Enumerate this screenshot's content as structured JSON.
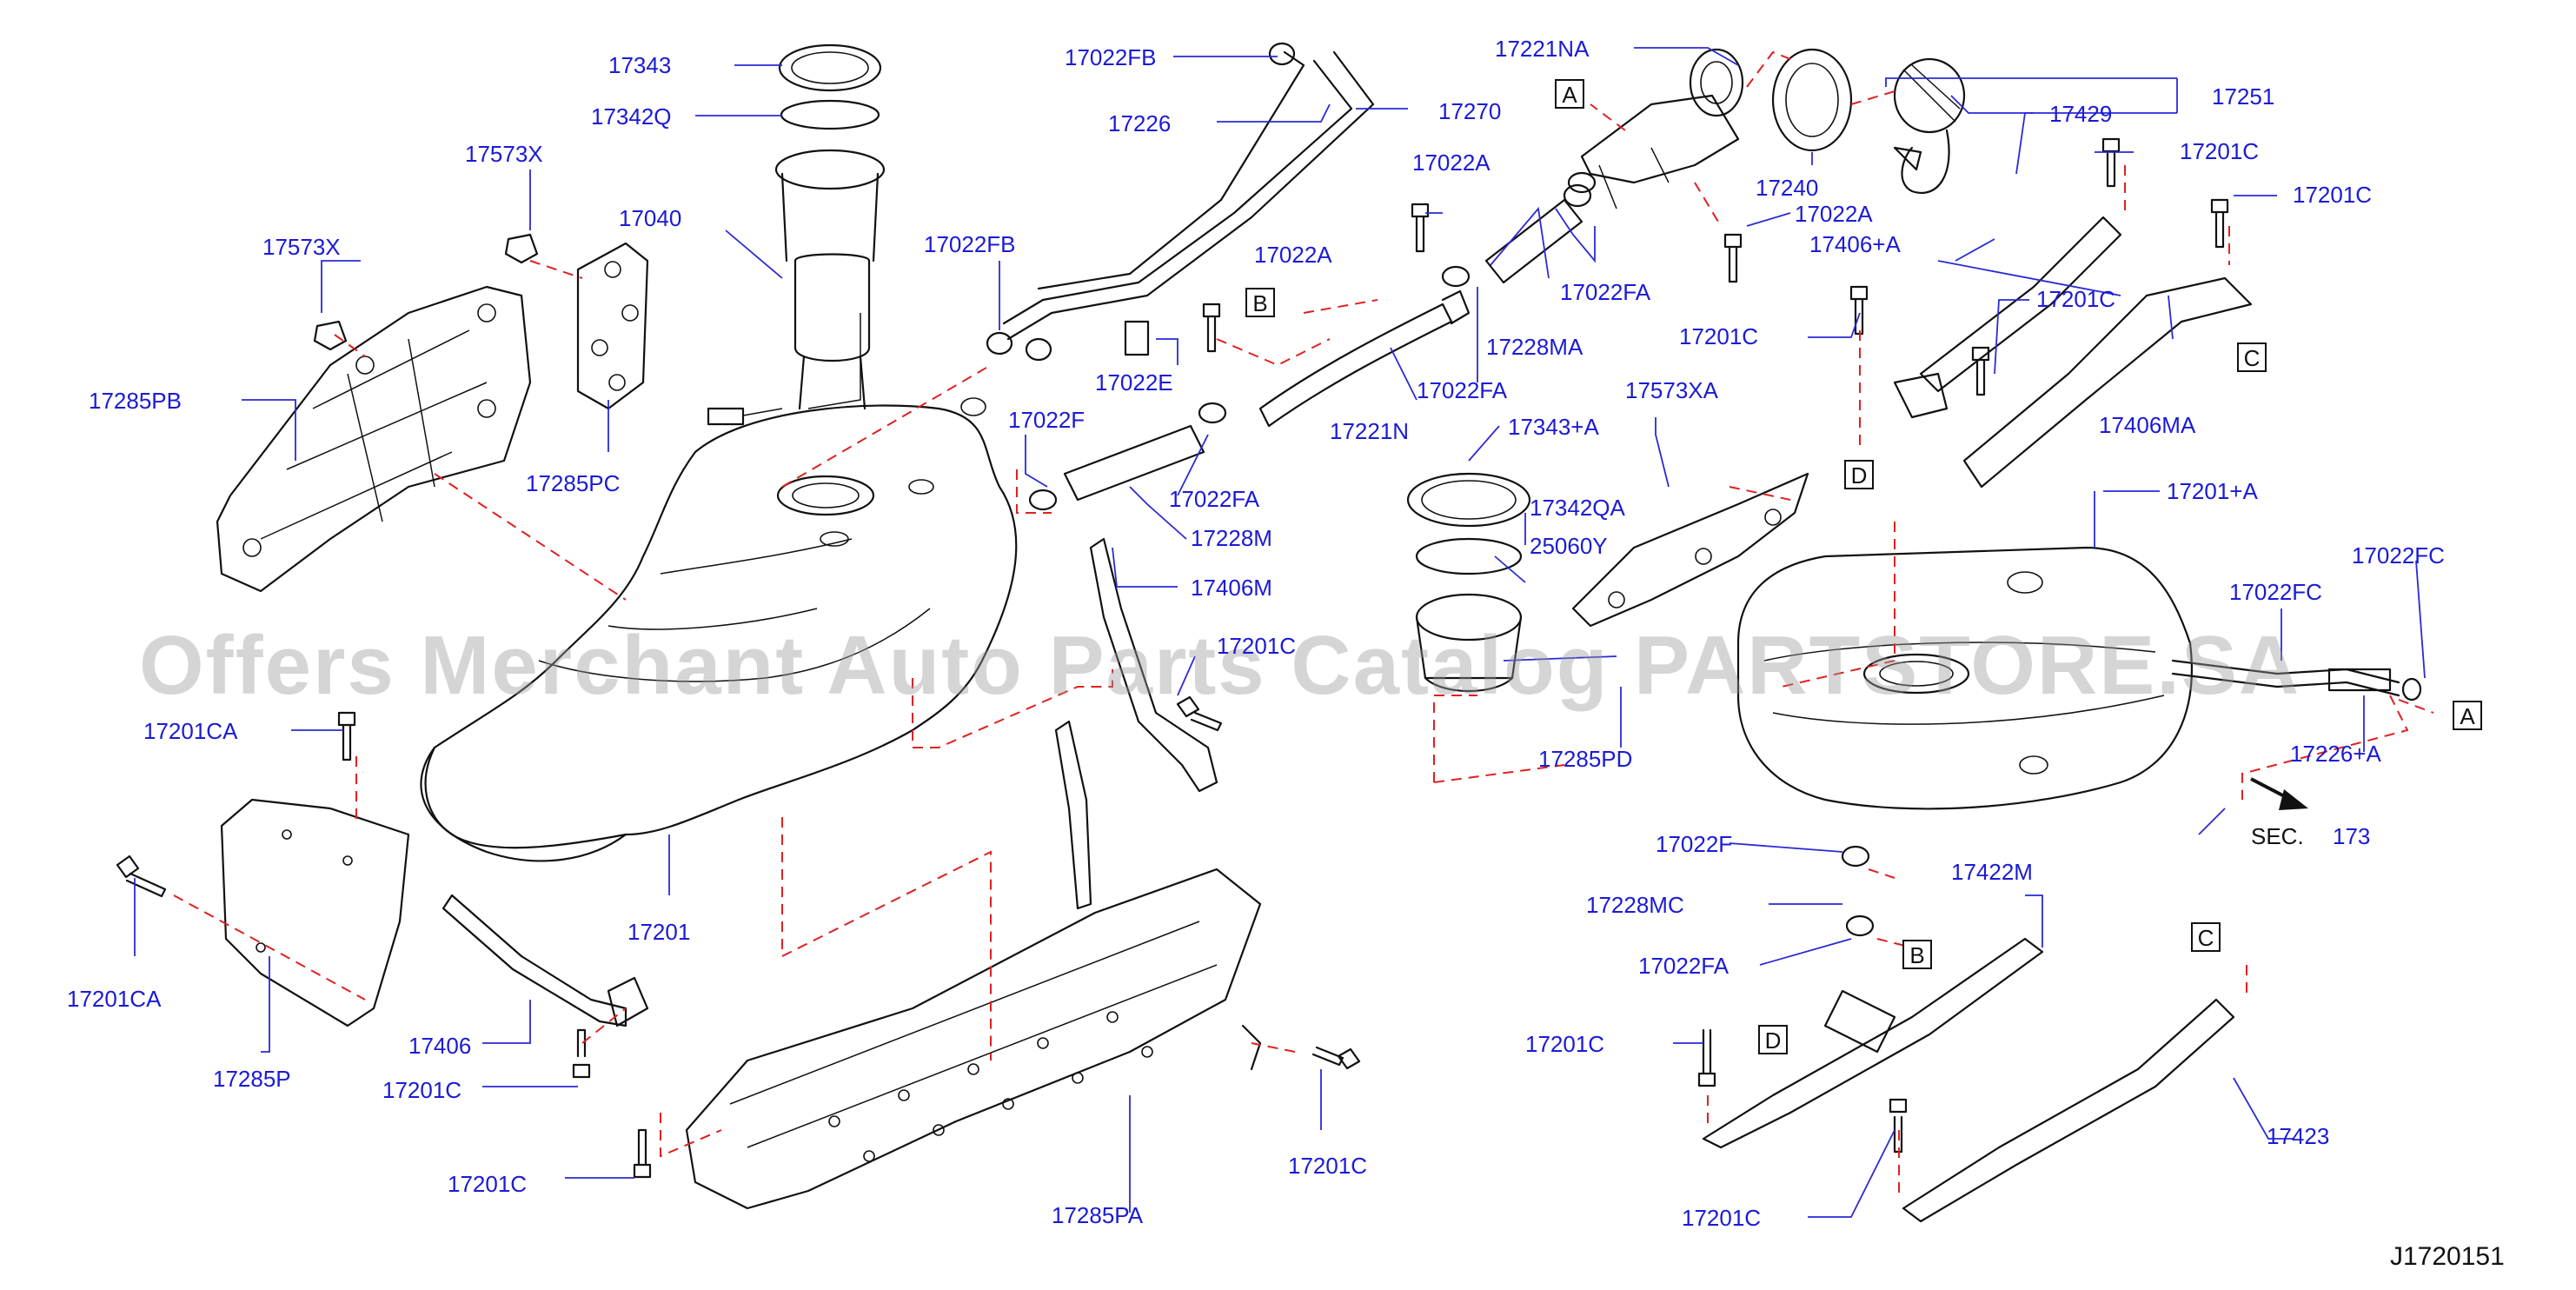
{
  "labels": {
    "l17343": "17343",
    "l17342Q": "17342Q",
    "l17573X_a": "17573X",
    "l17040": "17040",
    "l17573X_b": "17573X",
    "l17285PB": "17285PB",
    "l17285PC": "17285PC",
    "l17022FB_a": "17022FB",
    "l17226": "17226",
    "l17270": "17270",
    "l17022FB_b": "17022FB",
    "l17022A_a": "17022A",
    "l17022E": "17022E",
    "l17022F_a": "17022F",
    "l17022FA_a": "17022FA",
    "l17228M": "17228M",
    "l17406M": "17406M",
    "l17201C_overlap": "17201C",
    "l17221NA": "17221NA",
    "l17251": "17251",
    "l17429": "17429",
    "l17240": "17240",
    "l17022A_b": "17022A",
    "l17022A_c": "17022A",
    "l17022FA_b": "17022FA",
    "l17228MA": "17228MA",
    "l17022FA_c": "17022FA",
    "l17221N": "17221N",
    "l17343A": "17343+A",
    "l17342QA": "17342QA",
    "l25060Y": "25060Y",
    "l17573XA": "17573XA",
    "l17285PD": "17285PD",
    "l17201C_a": "17201C",
    "l17201C_b": "17201C",
    "l17406A": "17406+A",
    "l17201C_c": "17201C",
    "l17201C_d": "17201C",
    "l17406MA": "17406MA",
    "l17201A": "17201+A",
    "l17022FC_a": "17022FC",
    "l17022FC_b": "17022FC",
    "l17226A": "17226+A",
    "sec_word": "SEC.",
    "sec_num": "173",
    "l17201CA_a": "17201CA",
    "l17201CA_b": "17201CA",
    "l17285P": "17285P",
    "l17201": "17201",
    "l17406": "17406",
    "l17201C_e": "17201C",
    "l17201C_f": "17201C",
    "l17201C_g": "17201C",
    "l17285PA": "17285PA",
    "l17022F_b": "17022F",
    "l17228MC": "17228MC",
    "l17022FA_d": "17022FA",
    "l17422M": "17422M",
    "l17423": "17423",
    "l17201C_h": "17201C",
    "l17201C_i": "17201C"
  },
  "callouts": {
    "A": "A",
    "B": "B",
    "C": "C",
    "D": "D"
  },
  "diagram_id": "J1720151",
  "watermark": "Offers Merchant Auto Parts Catalog PARTSTORE.SA",
  "colors": {
    "label_blue": "#1a1ad6",
    "dash_red": "#e02020",
    "line_black": "#111111"
  }
}
